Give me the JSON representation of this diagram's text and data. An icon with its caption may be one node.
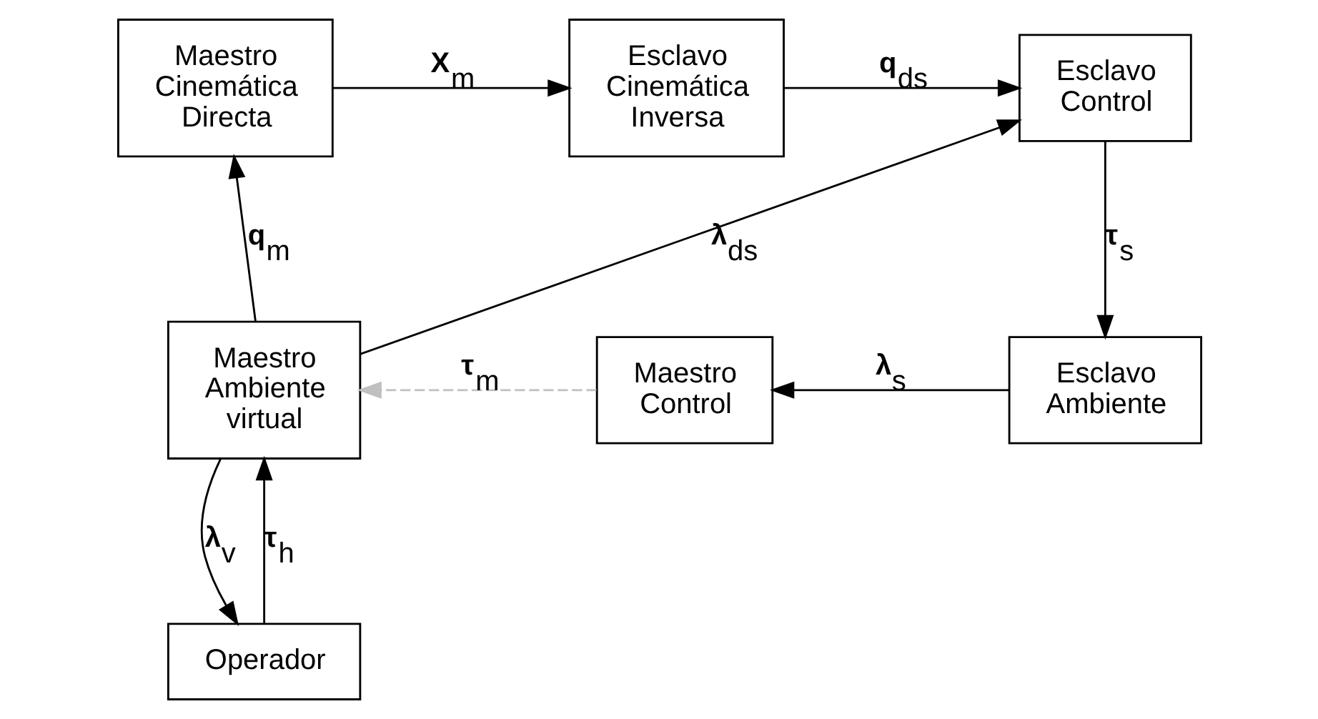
{
  "diagram": {
    "nodes": [
      {
        "text": [
          "Maestro Cinemática Directa"
        ]
      },
      {
        "text": [
          "Esclavo Cinemática Inversa"
        ]
      },
      {
        "text": [
          "Esclavo Control"
        ]
      },
      {
        "text": [
          "Maestro",
          "Ambiente virtual"
        ]
      },
      {
        "text": [
          "Maestro Control"
        ]
      },
      {
        "text": [
          "Esclavo",
          "Ambiente"
        ]
      },
      {
        "text": [
          "Operador"
        ]
      }
    ],
    "edges": [
      {
        "from": 3,
        "to": 0,
        "arrow": "to",
        "label": "q$_{m}$"
      },
      {
        "from": 0,
        "to": 1,
        "arrow": "to",
        "label": "X$_{m}$"
      },
      {
        "from": 1,
        "to": 2,
        "arrow": "to",
        "label": "q$_{ds}$"
      },
      {
        "from": 3,
        "to": 2,
        "arrow": "to",
        "label": "λ$_{ds}$"
      },
      {
        "from": 2,
        "to": 5,
        "arrow": "to",
        "label": "τ$_{s}$"
      },
      {
        "from": 5,
        "to": 4,
        "arrow": "to",
        "label": "λ$_{s}$"
      },
      {
        "from": 4,
        "to": 3,
        "arrow": "to",
        "label": "τ$_{m}$",
        "style": "dashed",
        "color": "#c0c0c0"
      },
      {
        "from": 6,
        "to": 3,
        "arrow": "to",
        "label": "τ$_{h}$"
      },
      {
        "from": 3,
        "to": 6,
        "arrow": "to",
        "label": "λ$_{v}$"
      }
    ]
  }
}
